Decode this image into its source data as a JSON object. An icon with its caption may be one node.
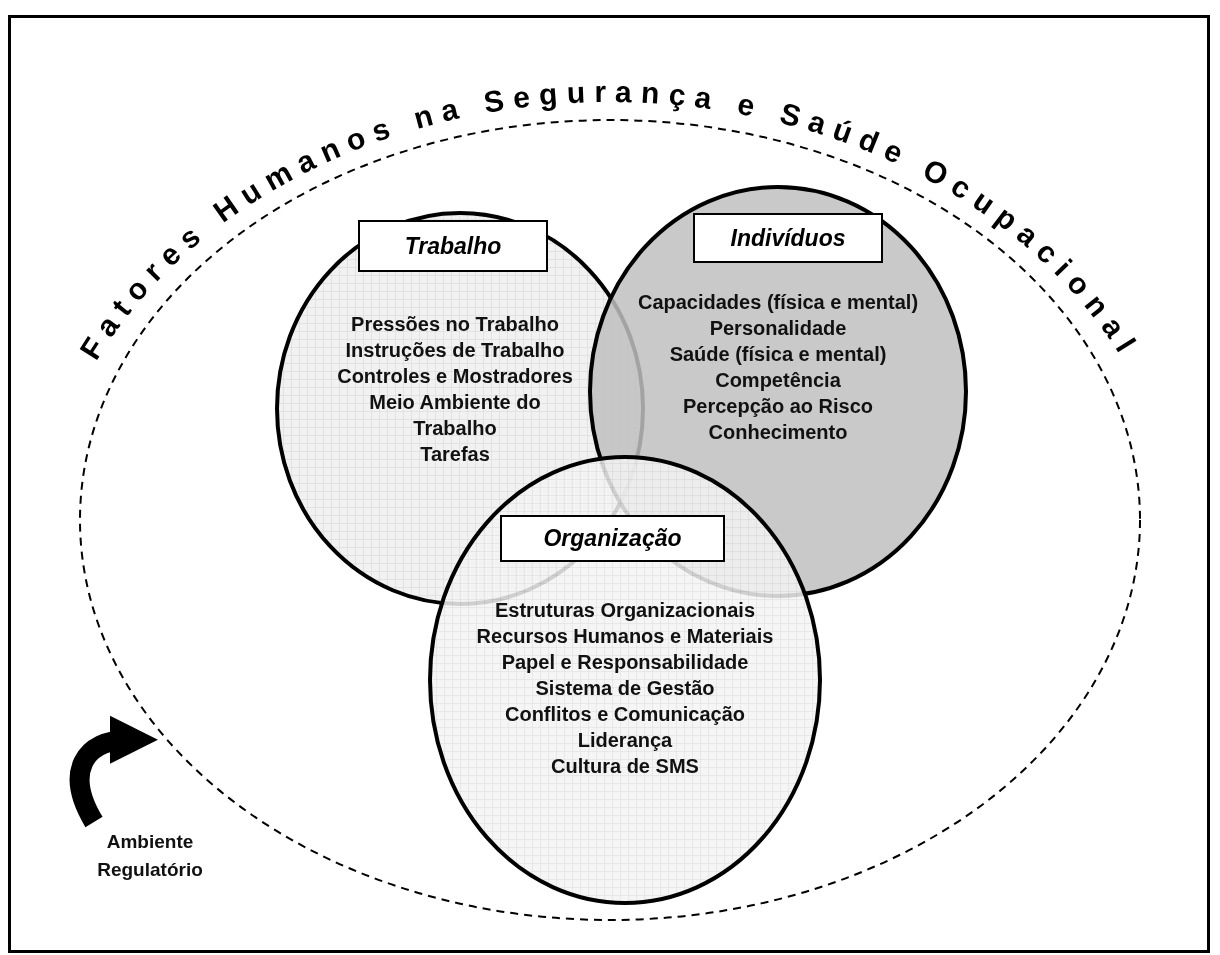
{
  "diagram": {
    "nodes": [
      {
        "text": [
          "Fatores Humanos na Segurança e Saúde Ocupacional"
        ]
      },
      {
        "text": [
          "Trabalho",
          "Pressões no Trabalho",
          "Instruções de Trabalho",
          "Controles e Mostradores",
          "Meio Ambiente do Trabalho",
          "Tarefas"
        ],
        "in": 0
      },
      {
        "text": [
          "Indivíduos",
          "Capacidades (física e mental)",
          "Personalidade",
          "Saúde (física e mental)",
          "Competência",
          "Percepção ao Risco",
          "Conhecimento"
        ],
        "in": 0
      },
      {
        "text": [
          "Organização",
          "Estruturas Organizacionais",
          "Recursos Humanos e Materiais",
          "Papel e Responsabilidade",
          "Sistema de Gestão",
          "Conflitos e Comunicação",
          "Liderança",
          "Cultura de SMS"
        ],
        "in": 0
      },
      {
        "text": [
          "Ambiente Regulatório"
        ]
      }
    ],
    "edges": [
      {
        "from": 4,
        "to": 0,
        "arrow": "to"
      }
    ]
  }
}
